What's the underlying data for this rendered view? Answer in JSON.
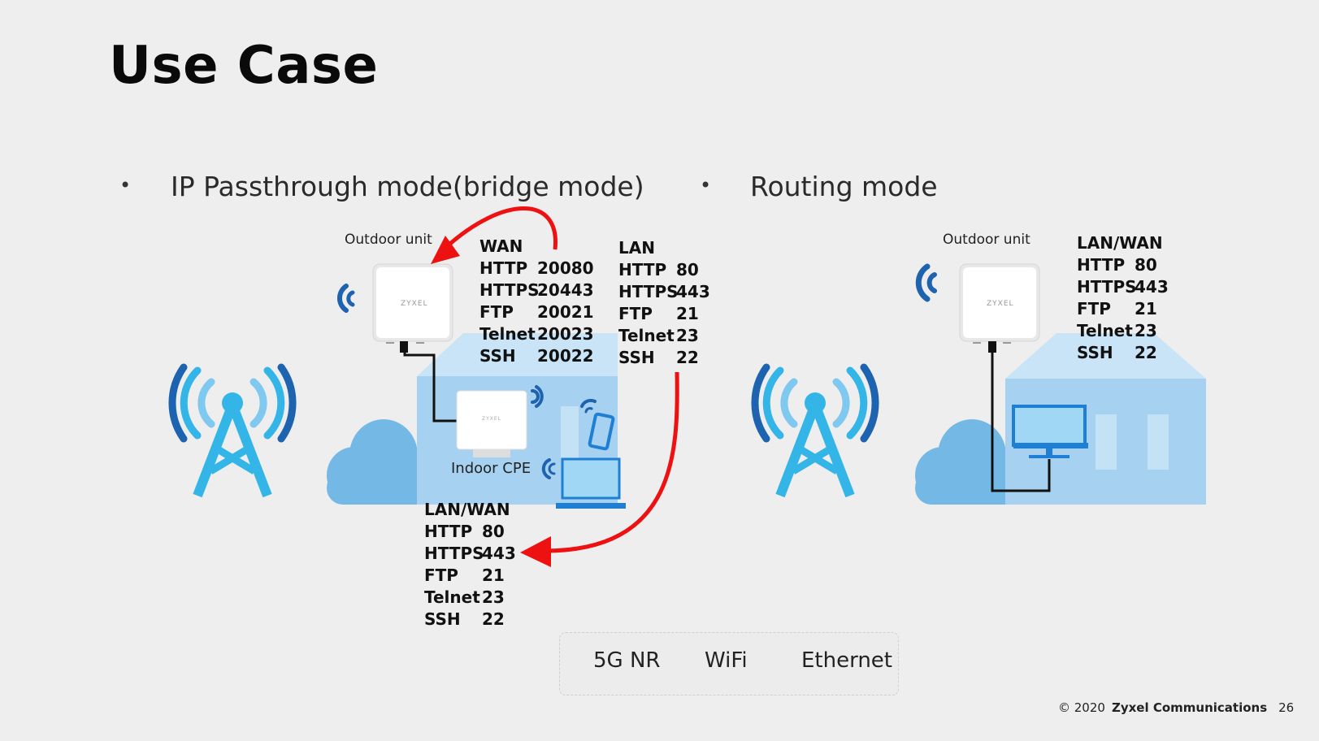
{
  "title": "Use Case",
  "modes": {
    "bridge": {
      "bullet": "•",
      "label": "IP Passthrough mode(bridge mode)"
    },
    "routing": {
      "bullet": "•",
      "label": "Routing mode"
    }
  },
  "bridge_diagram": {
    "outdoor_unit_label": "Outdoor unit",
    "indoor_cpe_label": "Indoor CPE",
    "device_brand": "ZYXEL",
    "wan_table": {
      "heading": "WAN",
      "rows": [
        {
          "proto": "HTTP",
          "port": "20080"
        },
        {
          "proto": "HTTPS",
          "port": "20443"
        },
        {
          "proto": "FTP",
          "port": "20021"
        },
        {
          "proto": "Telnet",
          "port": "20023"
        },
        {
          "proto": "SSH",
          "port": "20022"
        }
      ]
    },
    "lan_table": {
      "heading": "LAN",
      "rows": [
        {
          "proto": "HTTP",
          "port": "80"
        },
        {
          "proto": "HTTPS",
          "port": "443"
        },
        {
          "proto": "FTP",
          "port": "21"
        },
        {
          "proto": "Telnet",
          "port": "23"
        },
        {
          "proto": "SSH",
          "port": "22"
        }
      ]
    },
    "lanwan_table": {
      "heading": "LAN/WAN",
      "rows": [
        {
          "proto": "HTTP",
          "port": "80"
        },
        {
          "proto": "HTTPS",
          "port": "443"
        },
        {
          "proto": "FTP",
          "port": "21"
        },
        {
          "proto": "Telnet",
          "port": "23"
        },
        {
          "proto": "SSH",
          "port": "22"
        }
      ]
    }
  },
  "routing_diagram": {
    "outdoor_unit_label": "Outdoor unit",
    "device_brand": "ZYXEL",
    "lanwan_table": {
      "heading": "LAN/WAN",
      "rows": [
        {
          "proto": "HTTP",
          "port": "80"
        },
        {
          "proto": "HTTPS",
          "port": "443"
        },
        {
          "proto": "FTP",
          "port": "21"
        },
        {
          "proto": "Telnet",
          "port": "23"
        },
        {
          "proto": "SSH",
          "port": "22"
        }
      ]
    }
  },
  "legend": {
    "nr_label": "5G NR",
    "wifi_label": "WiFi",
    "ethernet_label": "Ethernet"
  },
  "footer": {
    "copyright": "© 2020",
    "company": "Zyxel Communications",
    "page_number": "26"
  },
  "colors": {
    "arrow_red": "#ee1111",
    "tower_blue": "#33b5e8",
    "signal_dark": "#1e63b0",
    "signal_light": "#7fc8ef",
    "cloud_blue": "#74b9e6",
    "house_blue": "#b3daf2",
    "house_wall": "#a6d1f0"
  }
}
